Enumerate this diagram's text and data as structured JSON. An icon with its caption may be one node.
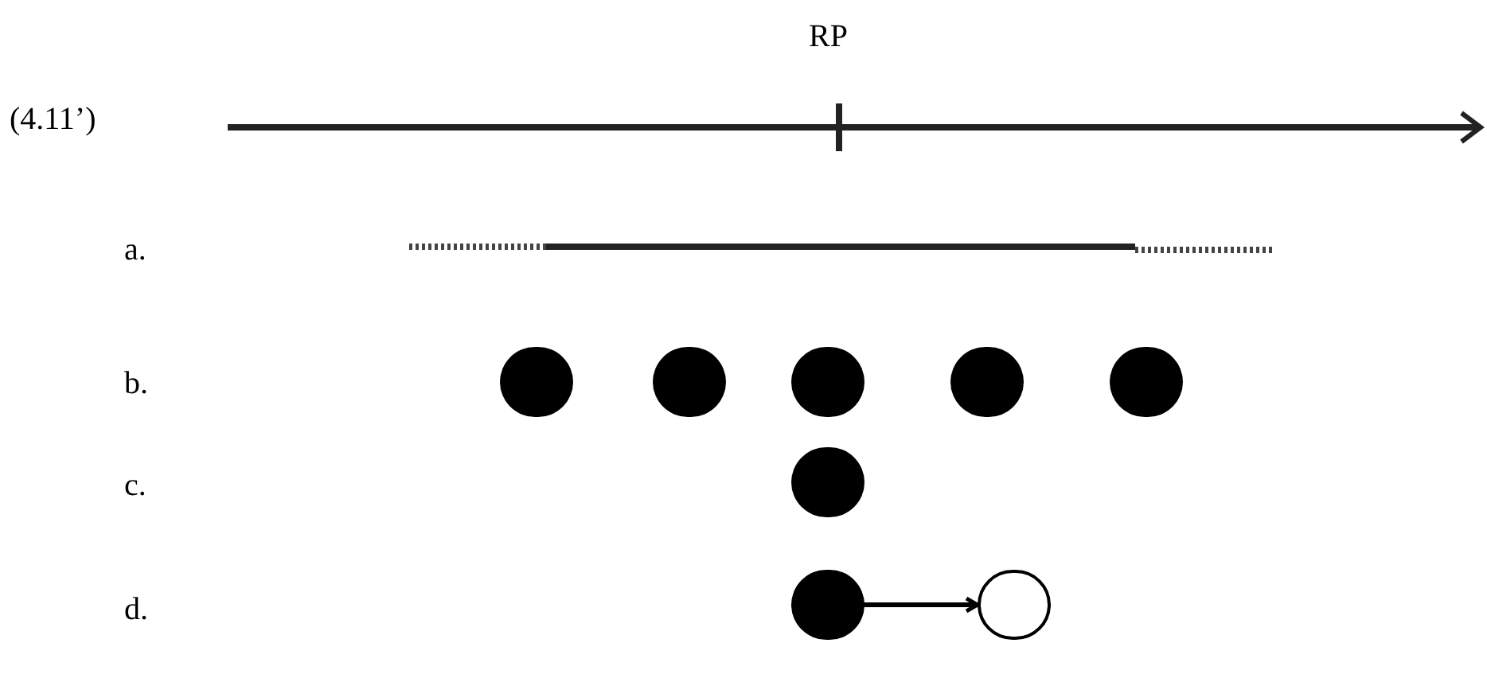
{
  "diagram": {
    "nodes": [
      {
        "text": [],
        "shape": "dot"
      },
      {
        "text": [],
        "shape": "dot"
      },
      {
        "text": [],
        "shape": "dot"
      },
      {
        "text": [],
        "shape": "dot"
      },
      {
        "text": [],
        "shape": "dot"
      },
      {
        "text": [],
        "shape": "dot"
      },
      {
        "text": [],
        "shape": "dot"
      },
      {
        "text": [],
        "shape": "circle"
      }
    ],
    "edges": [
      {
        "from": 6,
        "to": 7,
        "arrow": "to"
      }
    ],
    "labels": [
      "RP",
      "(4.11’)",
      "a.",
      "b.",
      "c.",
      "d."
    ]
  }
}
